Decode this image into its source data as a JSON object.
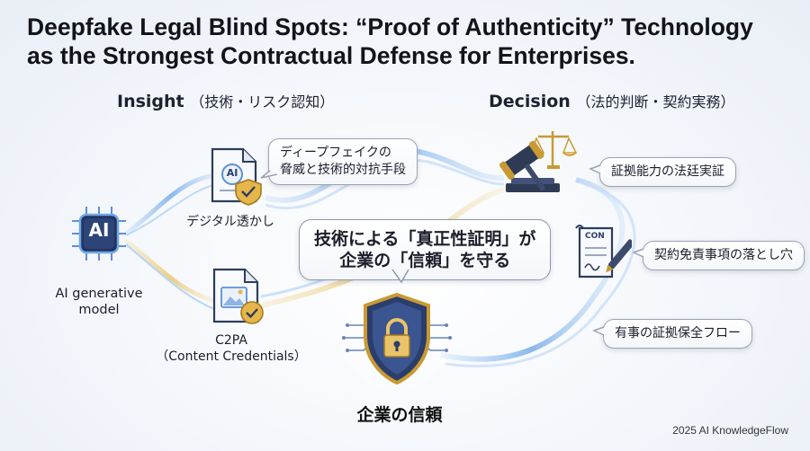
{
  "title": {
    "line1": "Deepfake Legal Blind Spots: “Proof of Authenticity” Technology",
    "line2": "as the Strongest Contractual Defense for Enterprises."
  },
  "insight": {
    "heading": "Insight",
    "sub": "（技術・リスク認知）"
  },
  "decision": {
    "heading": "Decision",
    "sub": "（法的判断・契約実務）"
  },
  "ai_model": {
    "chip": "AI",
    "label_line1": "AI generative",
    "label_line2": "model"
  },
  "threat_bubble": {
    "line1": "ディープフェイクの",
    "line2": "脅威と技術的対抗手段"
  },
  "watermark": {
    "doc_badge": "AI",
    "label": "デジタル透かし"
  },
  "c2pa": {
    "label_line1": "C2PA",
    "label_line2": "（Content Credentials）"
  },
  "center_bubble": {
    "line1": "技術による「真正性証明」が",
    "line2": "企業の「信頼」を守る"
  },
  "evidence_bubble": {
    "text": "証拠能力の法廷実証"
  },
  "contract": {
    "doc_text": "CON",
    "bubble": "契約免責事項の落とし穴"
  },
  "preservation_bubble": {
    "text": "有事の証拠保全フロー"
  },
  "shield": {
    "label": "企業の信頼"
  },
  "footer": {
    "text": "2025 AI KnowledgeFlow"
  },
  "colors": {
    "flow_blue": "#6fa8e8",
    "flow_gold": "#e8c36a",
    "navy": "#2b3d6b",
    "gold": "#d9a93a"
  }
}
